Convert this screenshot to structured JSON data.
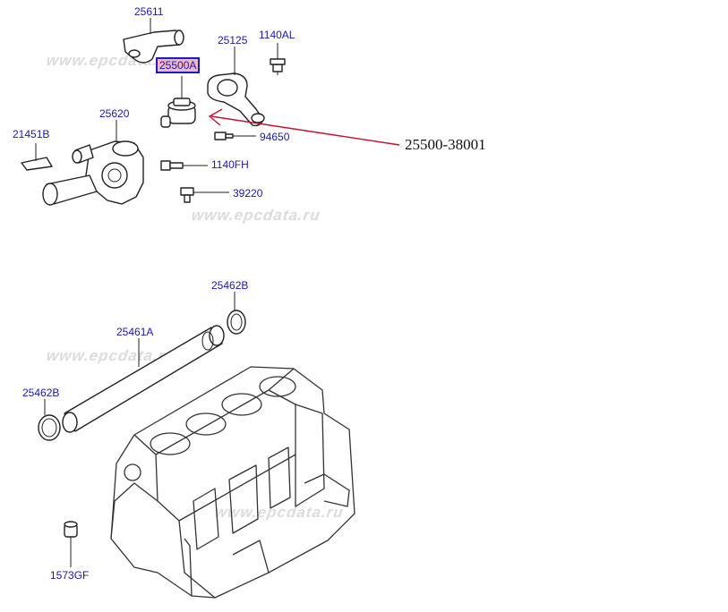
{
  "parts": {
    "p25611": "25611",
    "p25500a": "25500A",
    "p25125": "25125",
    "p1140al": "1140AL",
    "p25620": "25620",
    "p21451b": "21451B",
    "p94650": "94650",
    "p1140fh": "1140FH",
    "p39220": "39220",
    "p25462b_top": "25462B",
    "p25461a": "25461A",
    "p25462b_left": "25462B",
    "p1573gf": "1573GF"
  },
  "callout": {
    "part_number": "25500-38001"
  },
  "watermark": {
    "text": "www.epcdata.ru"
  },
  "colors": {
    "label_text": "#1a1aa8",
    "highlight_fill": "#f0b6c8",
    "highlight_border": "#1b1bcc",
    "arrow": "#c8102e",
    "watermark": "#dcdcdc"
  }
}
